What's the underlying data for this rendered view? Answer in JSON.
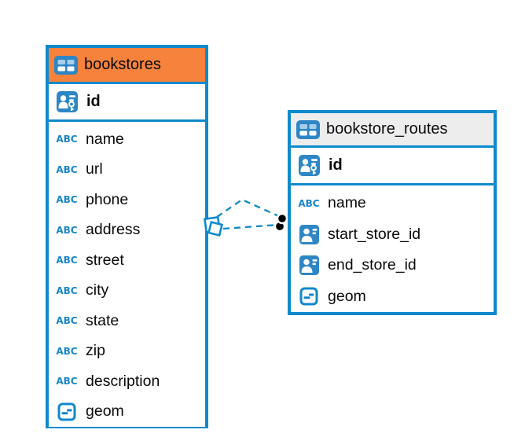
{
  "colors": {
    "accent_blue": "#0e8acc",
    "bookstores_header_fill": "#f6823c",
    "routes_header_fill": "#ededed",
    "relationship_line": "#0e8acc",
    "dot_marker_fill": "#000000",
    "text": "#0a0a0a"
  },
  "icons": {
    "string_type_label": "ABC",
    "table_icon": "table-grid-icon",
    "primary_key_icon": "person-key-icon",
    "reference_icon": "person-card-icon",
    "geometry_icon": "geometry-square-icon"
  },
  "tables": {
    "bookstores": {
      "title": "bookstores",
      "primary_key": "id",
      "columns": [
        {
          "name": "name",
          "type_icon": "abc-string-icon"
        },
        {
          "name": "url",
          "type_icon": "abc-string-icon"
        },
        {
          "name": "phone",
          "type_icon": "abc-string-icon"
        },
        {
          "name": "address",
          "type_icon": "abc-string-icon"
        },
        {
          "name": "street",
          "type_icon": "abc-string-icon"
        },
        {
          "name": "city",
          "type_icon": "abc-string-icon"
        },
        {
          "name": "state",
          "type_icon": "abc-string-icon"
        },
        {
          "name": "zip",
          "type_icon": "abc-string-icon"
        },
        {
          "name": "description",
          "type_icon": "abc-string-icon"
        },
        {
          "name": "geom",
          "type_icon": "geometry-square-icon"
        }
      ]
    },
    "bookstore_routes": {
      "title": "bookstore_routes",
      "primary_key": "id",
      "columns": [
        {
          "name": "name",
          "type_icon": "abc-string-icon"
        },
        {
          "name": "start_store_id",
          "type_icon": "person-card-icon"
        },
        {
          "name": "end_store_id",
          "type_icon": "person-card-icon"
        },
        {
          "name": "geom",
          "type_icon": "geometry-square-icon"
        }
      ]
    }
  },
  "relationship": {
    "line_style": "dashed",
    "line_count": 2,
    "source_table": "bookstores",
    "target_table": "bookstore_routes",
    "source_marker": "overlapping-diamonds",
    "target_marker": "overlapping-black-dots"
  }
}
